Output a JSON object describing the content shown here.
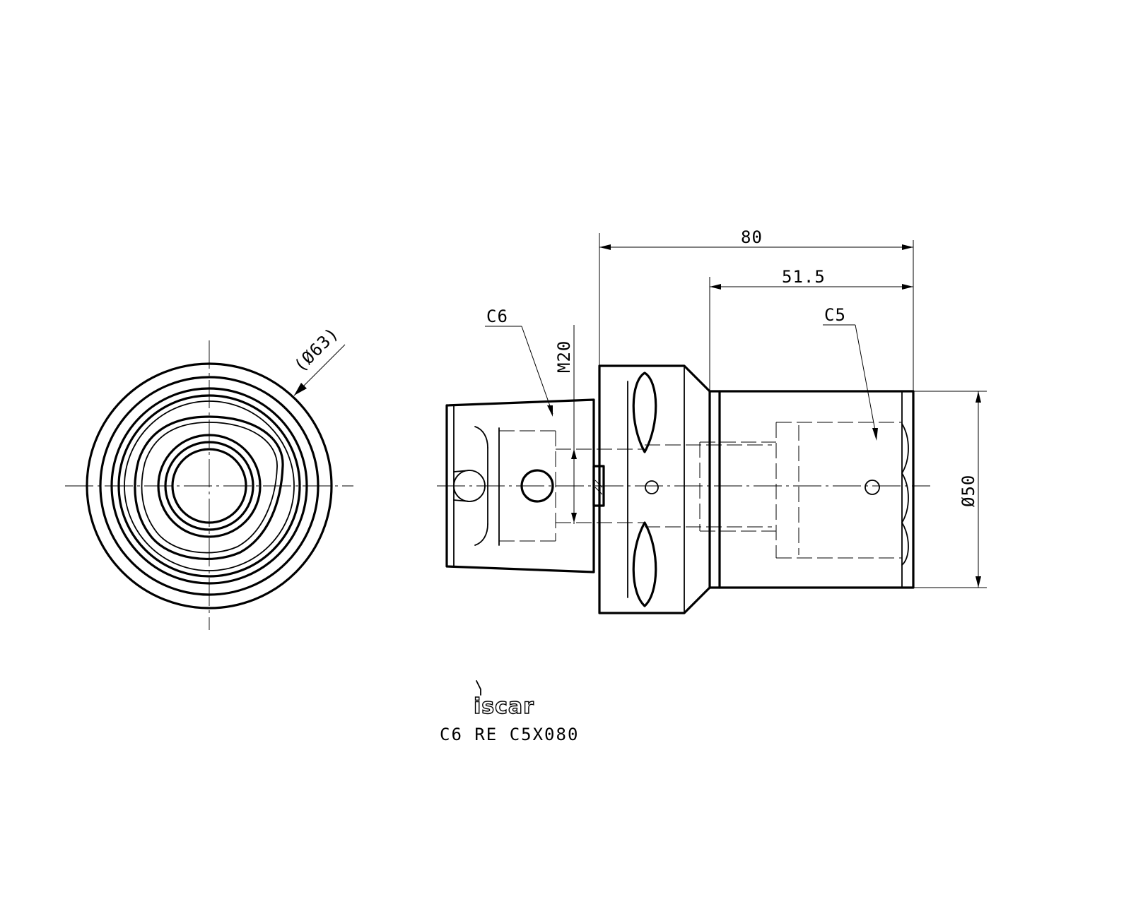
{
  "drawing": {
    "brand": "iscar",
    "part_designation": "C6 RE C5X080",
    "dimensions": {
      "overall_length": "80",
      "shank_length": "51.5",
      "flange_diameter": "(Ø63)",
      "shank_diameter": "Ø50",
      "thread": "M20"
    },
    "callouts": {
      "left_interface": "C6",
      "right_interface": "C5"
    }
  }
}
